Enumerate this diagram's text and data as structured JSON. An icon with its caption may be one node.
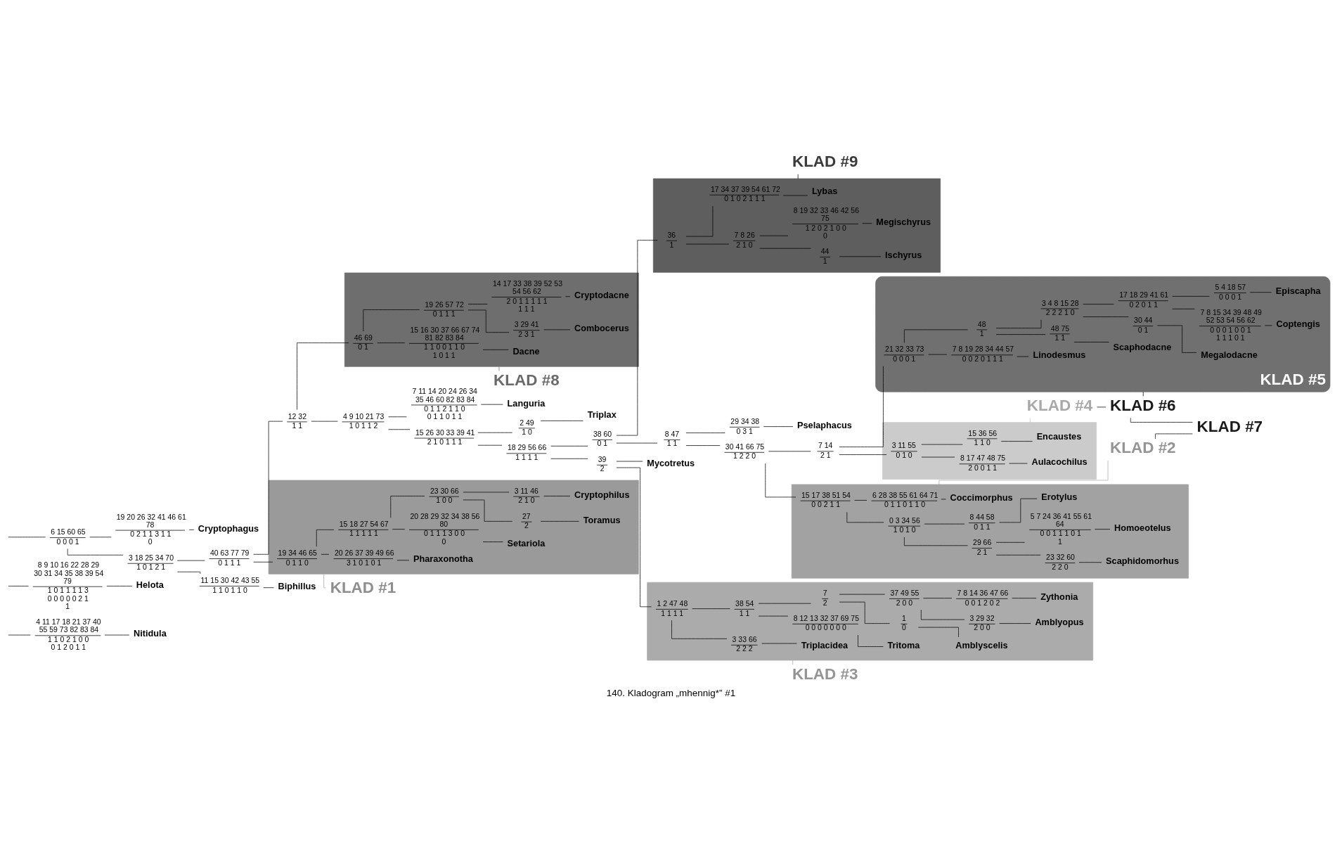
{
  "diagram": {
    "caption": "140. Kladogram „mhennig*” #1",
    "nodes": [
      {
        "text": [
          "4 11 17 18 21 37 40 55 59 73 82 83 84",
          "1 1 0 2 1 0 0 0 1 2 0 1 1"
        ]
      },
      {
        "text": [
          "Nitidula"
        ]
      },
      {
        "text": [
          "8 9 10 16 22 28 29 30 31 34 35 38 39 54 79",
          "1 0 1 1 1 1 3 0 0 0 0 0 2 1 1"
        ]
      },
      {
        "text": [
          "Helota"
        ]
      },
      {
        "text": [
          "19 20 26 32 41 46 61 78",
          "0 2 1 1 3 1 1 0"
        ]
      },
      {
        "text": [
          "Cryptophagus"
        ]
      },
      {
        "text": [
          "11 15 30 42 43 55",
          "1 1 0 1 1 0"
        ]
      },
      {
        "text": [
          "Biphillus"
        ]
      },
      {
        "text": [
          "6 15 60 65",
          "0 0 0 1"
        ]
      },
      {
        "text": [],
        "shape": "box"
      },
      {
        "text": [
          "19 34 46 65",
          "0 1 1 0"
        ],
        "in": 9
      },
      {
        "text": [
          "20 26 37 39 49 66",
          "3 1 0 1 0 1"
        ],
        "in": 9
      },
      {
        "text": [
          "Pharaxonotha"
        ],
        "in": 9
      },
      {
        "text": [
          "20 28 29 32 34 38 56 80",
          "0 1 1 1 3 0 0 0"
        ],
        "in": 9
      },
      {
        "text": [
          "Setariola"
        ],
        "in": 9
      },
      {
        "text": [
          "15 18 27 54 67",
          "1 1 1 1 1"
        ],
        "in": 9
      },
      {
        "text": [
          "27",
          "2"
        ],
        "in": 9
      },
      {
        "text": [
          "Toramus"
        ],
        "in": 9
      },
      {
        "text": [
          "23 30 66",
          "1 0 0"
        ],
        "in": 9
      },
      {
        "text": [
          "3 11 46",
          "2 1 0"
        ],
        "in": 9
      },
      {
        "text": [
          "Cryptophilus"
        ],
        "in": 9
      },
      {
        "text": [
          "KLAD #1"
        ]
      },
      {
        "text": [
          "3 18 25 34 70",
          "1 0 1 2 1"
        ]
      },
      {
        "text": [],
        "shape": "box"
      },
      {
        "text": [
          "15 16 30 37 66 67 74 81 82 83 84",
          "1 1 0 0 1 1 0 1 0 1 1"
        ],
        "in": 23
      },
      {
        "text": [
          "Dacne"
        ],
        "in": 23
      },
      {
        "text": [
          "46 69",
          "0 1"
        ],
        "in": 23
      },
      {
        "text": [
          "3 29 41",
          "2 3 1"
        ],
        "in": 23
      },
      {
        "text": [
          "Combocerus"
        ],
        "in": 23
      },
      {
        "text": [
          "19 26 57 72",
          "0 1 1 1"
        ],
        "in": 23
      },
      {
        "text": [
          "14 17 33 38 39 52 53 54 56 62",
          "2 0 1 1 1 1 1 1 1 1"
        ],
        "in": 23
      },
      {
        "text": [
          "Cryptodacne"
        ],
        "in": 23
      },
      {
        "text": [
          "KLAD #8"
        ]
      },
      {
        "text": [
          "40 63 77 79",
          "0 1 1 1"
        ]
      },
      {
        "text": [
          "12 32",
          "1 1"
        ]
      },
      {
        "text": [
          "7 11 14 20 24 26 34 35 46 60 82 83 84",
          "0 1 1 2 1 1 0 0 1 1 0 1 1"
        ]
      },
      {
        "text": [
          "Languria"
        ]
      },
      {
        "text": [
          "2 49",
          "1 0"
        ]
      },
      {
        "text": [
          "Triplax"
        ]
      },
      {
        "text": [
          "4 9 10 21 73",
          "1 0 1 1 2"
        ]
      },
      {
        "text": [
          "39",
          "2"
        ]
      },
      {
        "text": [
          "Mycotretus"
        ]
      },
      {
        "text": [],
        "shape": "box"
      },
      {
        "text": [
          "3 33 66",
          "2 2 2"
        ],
        "in": 42
      },
      {
        "text": [
          "Triplacidea"
        ],
        "in": 42
      },
      {
        "text": [
          "1 2 47 48",
          "1 1 1 1"
        ],
        "in": 42
      },
      {
        "text": [
          "8 12 13 32 37 69 75",
          "0 0 0 0 0 0 0"
        ],
        "in": 42
      },
      {
        "text": [
          "Tritoma"
        ],
        "in": 42
      },
      {
        "text": [
          "38 54",
          "1 1"
        ],
        "in": 42
      },
      {
        "text": [
          "1",
          "0"
        ],
        "in": 42
      },
      {
        "text": [
          "Amblyscelis"
        ],
        "in": 42
      },
      {
        "text": [
          "7",
          "2"
        ],
        "in": 42
      },
      {
        "text": [
          "3 29 32",
          "2 0 0"
        ],
        "in": 42
      },
      {
        "text": [
          "Amblyopus"
        ],
        "in": 42
      },
      {
        "text": [
          "37 49 55",
          "2 0 0"
        ],
        "in": 42
      },
      {
        "text": [
          "7 8 14 36 47 66",
          "0 0 1 2 0 2"
        ],
        "in": 42
      },
      {
        "text": [
          "Zythonia"
        ],
        "in": 42
      },
      {
        "text": [
          "KLAD #3"
        ]
      },
      {
        "text": [
          "15 26 30 33 39 41",
          "2 1 0 1 1 1"
        ]
      },
      {
        "text": [
          "18 29 56 66",
          "1 1 1 1"
        ]
      },
      {
        "text": [],
        "shape": "box"
      },
      {
        "text": [
          "17 34 37 39 54 61 72",
          "0 1 0 2 1 1 1"
        ],
        "in": 60
      },
      {
        "text": [
          "Lybas"
        ],
        "in": 60
      },
      {
        "text": [
          "36",
          "1"
        ],
        "in": 60
      },
      {
        "text": [
          "8 19 32 33 46 42 56 75",
          "1 2 0 2 1 0 0 0"
        ],
        "in": 60
      },
      {
        "text": [
          "Megischyrus"
        ],
        "in": 60
      },
      {
        "text": [
          "7 8 26",
          "2 1 0"
        ],
        "in": 60
      },
      {
        "text": [
          "44",
          "1"
        ],
        "in": 60
      },
      {
        "text": [
          "Ischyrus"
        ],
        "in": 60
      },
      {
        "text": [
          "KLAD #9"
        ]
      },
      {
        "text": [
          "38 60",
          "0 1"
        ]
      },
      {
        "text": [
          "29 34 38",
          "0 3 1"
        ]
      },
      {
        "text": [
          "Pselaphacus"
        ]
      },
      {
        "text": [],
        "shape": "box"
      },
      {
        "text": [
          "6 28 38 55 61 64 71",
          "0 1 1 0 1 1 0"
        ],
        "in": 73
      },
      {
        "text": [
          "Coccimorphus"
        ],
        "in": 73
      },
      {
        "text": [
          "15 17 38 51 54",
          "0 0 2 1 1"
        ],
        "in": 73
      },
      {
        "text": [
          "8 44 58",
          "0 1 1"
        ],
        "in": 73
      },
      {
        "text": [
          "Erotylus"
        ],
        "in": 73
      },
      {
        "text": [
          "0 3 34 56",
          "1 0 1 0"
        ],
        "in": 73
      },
      {
        "text": [
          "23 32 60",
          "2 2 0"
        ],
        "in": 73
      },
      {
        "text": [
          "Scaphidomorhus"
        ],
        "in": 73
      },
      {
        "text": [
          "29 66",
          "2 1"
        ],
        "in": 73
      },
      {
        "text": [
          "5 7 24 36 41 55 61 64",
          "0 0 1 1 1 0 1 1"
        ],
        "in": 73
      },
      {
        "text": [
          "Homoeotelus"
        ],
        "in": 73
      },
      {
        "text": [
          "KLAD #2"
        ]
      },
      {
        "text": [
          "8 47",
          "1 1"
        ]
      },
      {
        "text": [
          "30 41 66 75",
          "1 2 2 0"
        ]
      },
      {
        "text": [],
        "shape": "box"
      },
      {
        "text": [
          "15 36 56",
          "1 1 0"
        ],
        "in": 88
      },
      {
        "text": [
          "Encaustes"
        ],
        "in": 88
      },
      {
        "text": [
          "3 11 55",
          "0 1 0"
        ],
        "in": 88
      },
      {
        "text": [
          "8 17 47 48 75",
          "2 0 0 1 1"
        ],
        "in": 88
      },
      {
        "text": [
          "Aulacochilus"
        ],
        "in": 88
      },
      {
        "text": [
          "KLAD #4"
        ]
      },
      {
        "text": [
          "7 14",
          "2 1"
        ]
      },
      {
        "text": [
          "KLAD #5"
        ]
      },
      {
        "text": [
          "7 8 19 28 34 44 57",
          "0 0 2 0 1 1 1"
        ],
        "in": 96
      },
      {
        "text": [
          "Linodesmus"
        ],
        "in": 96
      },
      {
        "text": [
          "21 32 33 73",
          "0 0 0 1"
        ],
        "in": 96
      },
      {
        "text": [
          "48 75",
          "1 1"
        ],
        "in": 96
      },
      {
        "text": [
          "Scaphodacne"
        ],
        "in": 96
      },
      {
        "text": [
          "48",
          "1"
        ],
        "in": 96
      },
      {
        "text": [
          "30 44",
          "0 1"
        ],
        "in": 96
      },
      {
        "text": [
          "Megalodacne"
        ],
        "in": 96
      },
      {
        "text": [
          "3 4 8 15 28",
          "2 2 2 1 0"
        ],
        "in": 96
      },
      {
        "text": [
          "7 8 15 34 39 48 49 52 53 54 56 62",
          "0 0 0 1 0 0 1 1 1 1 0 1"
        ],
        "in": 96
      },
      {
        "text": [
          "Coptengis"
        ],
        "in": 96
      },
      {
        "text": [
          "17 18 29 41 61",
          "0 2 0 1 1"
        ],
        "in": 96
      },
      {
        "text": [
          "5 4 18 57",
          "0 0 0 1"
        ],
        "in": 96
      },
      {
        "text": [
          "Episcapha"
        ],
        "in": 96
      },
      {
        "text": [
          "KLAD #6"
        ]
      },
      {
        "text": [
          "KLAD #7"
        ]
      }
    ],
    "edges": [
      {
        "from": null,
        "to": 0,
        "arrow": "none"
      },
      {
        "from": null,
        "to": 2,
        "arrow": "none"
      },
      {
        "from": null,
        "to": 8,
        "arrow": "none"
      },
      {
        "from": 0,
        "to": 1,
        "arrow": "none"
      },
      {
        "from": 2,
        "to": 3,
        "arrow": "none"
      },
      {
        "from": 4,
        "to": 5,
        "arrow": "none"
      },
      {
        "from": 6,
        "to": 7,
        "arrow": "none"
      },
      {
        "from": 8,
        "to": 4,
        "arrow": "none"
      },
      {
        "from": 8,
        "to": 22,
        "arrow": "none"
      },
      {
        "from": 22,
        "to": 6,
        "arrow": "none"
      },
      {
        "from": 22,
        "to": 33,
        "arrow": "none"
      },
      {
        "from": 33,
        "to": 10,
        "arrow": "none"
      },
      {
        "from": 33,
        "to": 34,
        "arrow": "none"
      },
      {
        "from": 10,
        "to": 11,
        "arrow": "none"
      },
      {
        "from": 10,
        "to": 15,
        "arrow": "none"
      },
      {
        "from": 11,
        "to": 12,
        "arrow": "none"
      },
      {
        "from": 15,
        "to": 13,
        "arrow": "none"
      },
      {
        "from": 15,
        "to": 18,
        "arrow": "none"
      },
      {
        "from": 13,
        "to": 14,
        "arrow": "none"
      },
      {
        "from": 18,
        "to": 16,
        "arrow": "none"
      },
      {
        "from": 18,
        "to": 19,
        "arrow": "none"
      },
      {
        "from": 16,
        "to": 17,
        "arrow": "none"
      },
      {
        "from": 19,
        "to": 20,
        "arrow": "none"
      },
      {
        "from": 9,
        "to": 21,
        "arrow": "none",
        "color": "#a0a0a0"
      },
      {
        "from": 34,
        "to": 26,
        "arrow": "none"
      },
      {
        "from": 34,
        "to": 39,
        "arrow": "none"
      },
      {
        "from": 26,
        "to": 24,
        "arrow": "none"
      },
      {
        "from": 26,
        "to": 29,
        "arrow": "none"
      },
      {
        "from": 24,
        "to": 25,
        "arrow": "none"
      },
      {
        "from": 29,
        "to": 27,
        "arrow": "none"
      },
      {
        "from": 29,
        "to": 30,
        "arrow": "none"
      },
      {
        "from": 27,
        "to": 28,
        "arrow": "none"
      },
      {
        "from": 30,
        "to": 31,
        "arrow": "none"
      },
      {
        "from": 23,
        "to": 32,
        "arrow": "none",
        "color": "#707070"
      },
      {
        "from": 39,
        "to": 35,
        "arrow": "none"
      },
      {
        "from": 39,
        "to": 58,
        "arrow": "none"
      },
      {
        "from": 35,
        "to": 36,
        "arrow": "none"
      },
      {
        "from": 58,
        "to": 37,
        "arrow": "none"
      },
      {
        "from": 58,
        "to": 59,
        "arrow": "none"
      },
      {
        "from": 37,
        "to": 38,
        "arrow": "none"
      },
      {
        "from": 59,
        "to": 40,
        "arrow": "none"
      },
      {
        "from": 59,
        "to": 70,
        "arrow": "none"
      },
      {
        "from": 40,
        "to": 41,
        "arrow": "none"
      },
      {
        "from": 40,
        "to": 45,
        "arrow": "none"
      },
      {
        "from": 45,
        "to": 43,
        "arrow": "none"
      },
      {
        "from": 45,
        "to": 48,
        "arrow": "none"
      },
      {
        "from": 43,
        "to": 44,
        "arrow": "none"
      },
      {
        "from": 48,
        "to": 46,
        "arrow": "none"
      },
      {
        "from": 48,
        "to": 51,
        "arrow": "none"
      },
      {
        "from": 46,
        "to": 47,
        "arrow": "none"
      },
      {
        "from": 51,
        "to": 49,
        "arrow": "none"
      },
      {
        "from": 51,
        "to": 54,
        "arrow": "none"
      },
      {
        "from": 49,
        "to": 50,
        "arrow": "none"
      },
      {
        "from": 54,
        "to": 52,
        "arrow": "none"
      },
      {
        "from": 54,
        "to": 55,
        "arrow": "none"
      },
      {
        "from": 52,
        "to": 53,
        "arrow": "none"
      },
      {
        "from": 55,
        "to": 56,
        "arrow": "none"
      },
      {
        "from": 42,
        "to": 57,
        "arrow": "none",
        "color": "#a8a8a8"
      },
      {
        "from": 70,
        "to": 63,
        "arrow": "none"
      },
      {
        "from": 70,
        "to": 86,
        "arrow": "none"
      },
      {
        "from": 63,
        "to": 61,
        "arrow": "none"
      },
      {
        "from": 63,
        "to": 66,
        "arrow": "none"
      },
      {
        "from": 61,
        "to": 62,
        "arrow": "none"
      },
      {
        "from": 66,
        "to": 64,
        "arrow": "none"
      },
      {
        "from": 66,
        "to": 67,
        "arrow": "none"
      },
      {
        "from": 64,
        "to": 65,
        "arrow": "none"
      },
      {
        "from": 67,
        "to": 68,
        "arrow": "none"
      },
      {
        "from": 60,
        "to": 69,
        "arrow": "none"
      },
      {
        "from": 86,
        "to": 71,
        "arrow": "none"
      },
      {
        "from": 86,
        "to": 87,
        "arrow": "none"
      },
      {
        "from": 71,
        "to": 72,
        "arrow": "none"
      },
      {
        "from": 87,
        "to": 76,
        "arrow": "none"
      },
      {
        "from": 87,
        "to": 95,
        "arrow": "none"
      },
      {
        "from": 76,
        "to": 74,
        "arrow": "none"
      },
      {
        "from": 76,
        "to": 79,
        "arrow": "none"
      },
      {
        "from": 74,
        "to": 75,
        "arrow": "none"
      },
      {
        "from": 79,
        "to": 77,
        "arrow": "none"
      },
      {
        "from": 79,
        "to": 82,
        "arrow": "none"
      },
      {
        "from": 77,
        "to": 78,
        "arrow": "none"
      },
      {
        "from": 82,
        "to": 80,
        "arrow": "none"
      },
      {
        "from": 82,
        "to": 83,
        "arrow": "none"
      },
      {
        "from": 80,
        "to": 81,
        "arrow": "none"
      },
      {
        "from": 83,
        "to": 84,
        "arrow": "none"
      },
      {
        "from": 73,
        "to": 85,
        "arrow": "none",
        "color": "#a8a8a8"
      },
      {
        "from": 95,
        "to": 91,
        "arrow": "none"
      },
      {
        "from": 95,
        "to": 99,
        "arrow": "none"
      },
      {
        "from": 91,
        "to": 89,
        "arrow": "none"
      },
      {
        "from": 91,
        "to": 92,
        "arrow": "none"
      },
      {
        "from": 89,
        "to": 90,
        "arrow": "none"
      },
      {
        "from": 92,
        "to": 93,
        "arrow": "none"
      },
      {
        "from": 88,
        "to": 94,
        "arrow": "none",
        "color": "#c8c8c8"
      },
      {
        "from": 99,
        "to": 97,
        "arrow": "none"
      },
      {
        "from": 99,
        "to": 102,
        "arrow": "none"
      },
      {
        "from": 97,
        "to": 98,
        "arrow": "none"
      },
      {
        "from": 102,
        "to": 100,
        "arrow": "none"
      },
      {
        "from": 102,
        "to": 105,
        "arrow": "none"
      },
      {
        "from": 100,
        "to": 101,
        "arrow": "none"
      },
      {
        "from": 105,
        "to": 103,
        "arrow": "none"
      },
      {
        "from": 105,
        "to": 108,
        "arrow": "none"
      },
      {
        "from": 103,
        "to": 104,
        "arrow": "none"
      },
      {
        "from": 108,
        "to": 106,
        "arrow": "none"
      },
      {
        "from": 108,
        "to": 109,
        "arrow": "none"
      },
      {
        "from": 106,
        "to": 107,
        "arrow": "none"
      },
      {
        "from": 109,
        "to": 110,
        "arrow": "none"
      },
      {
        "from": 94,
        "to": 111,
        "arrow": "none"
      },
      {
        "from": 96,
        "to": 111,
        "arrow": "none"
      },
      {
        "from": 85,
        "to": 112,
        "arrow": "none"
      },
      {
        "from": 111,
        "to": 112,
        "arrow": "none"
      }
    ]
  }
}
